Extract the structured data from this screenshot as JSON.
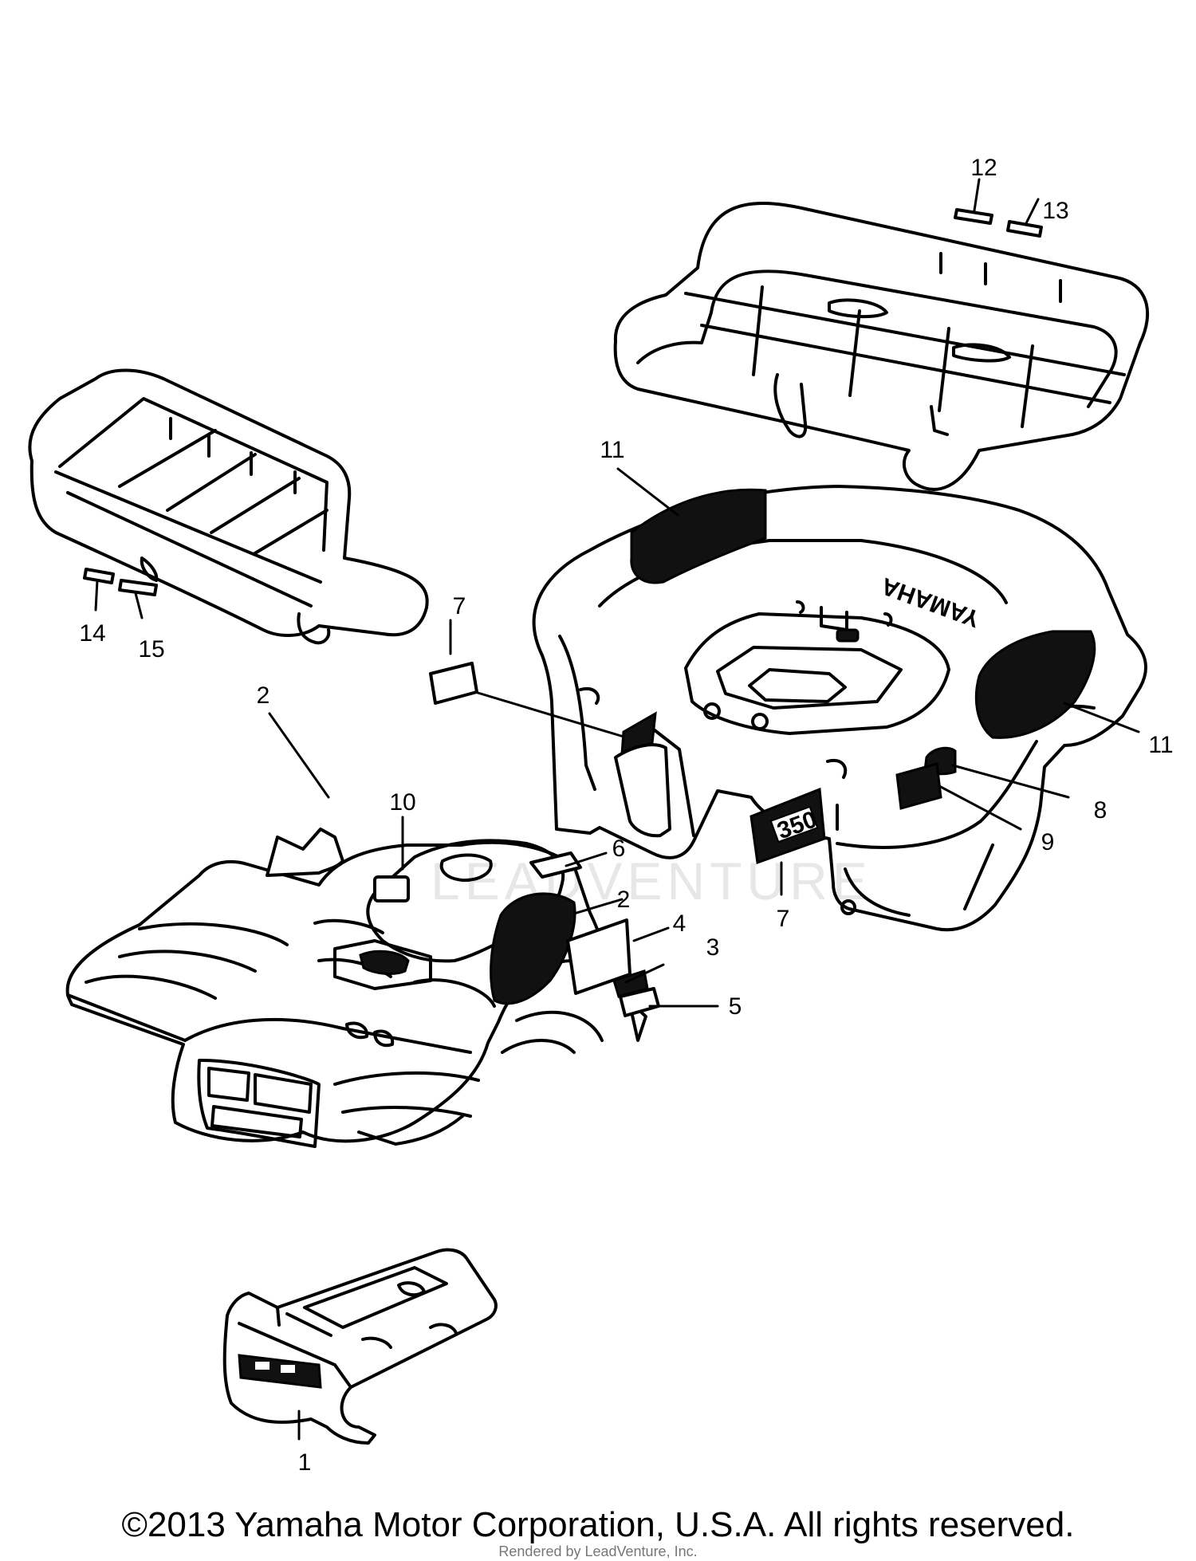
{
  "callouts": [
    "1",
    "2",
    "2",
    "3",
    "4",
    "5",
    "6",
    "7",
    "7",
    "8",
    "9",
    "10",
    "11",
    "11",
    "12",
    "13",
    "14",
    "15"
  ],
  "yamaha_text": "YAMAHA",
  "badge_text": "350",
  "watermark": "LEADVENTURE",
  "copyright": "©2013 Yamaha Motor Corporation, U.S.A. All rights reserved.",
  "rendered_by": "Rendered by LeadVenture, Inc.",
  "colors": {
    "line": "#000000",
    "background": "#ffffff",
    "watermark": "#e7e7e7"
  }
}
